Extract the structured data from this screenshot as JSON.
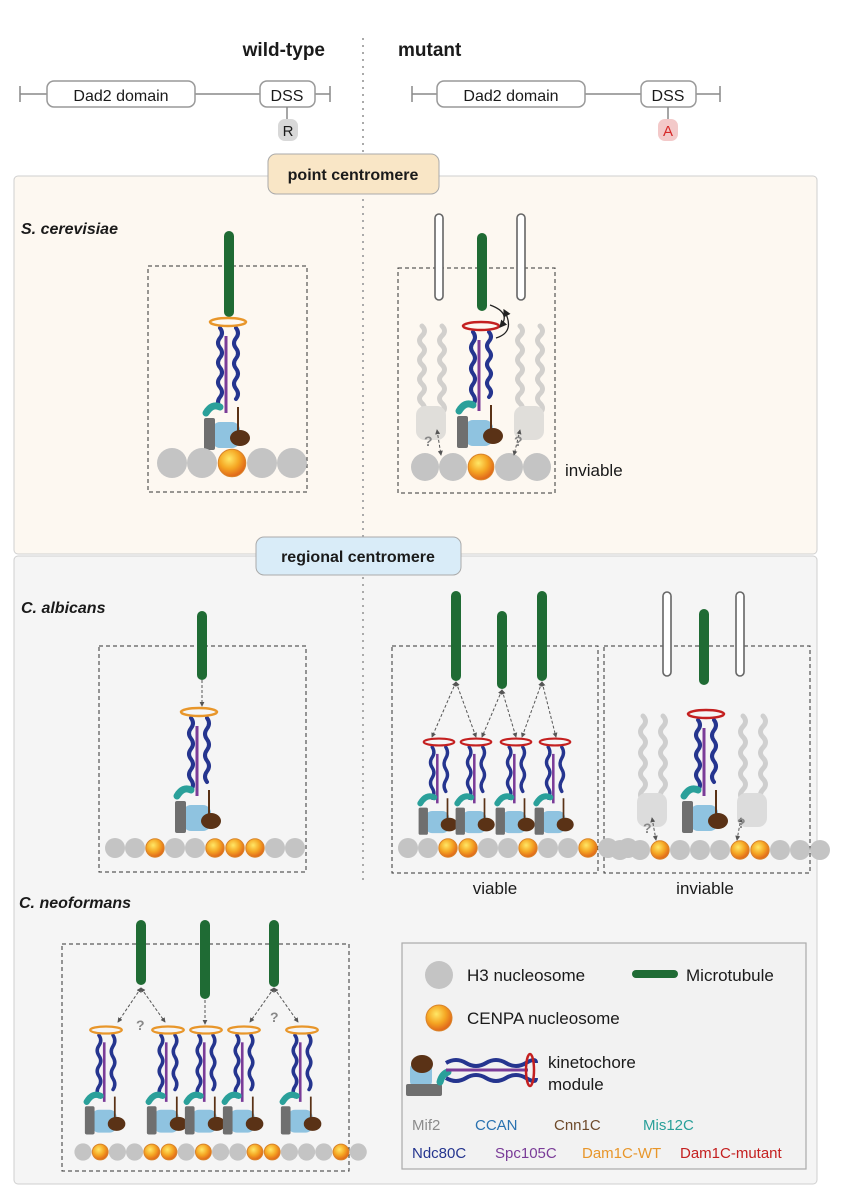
{
  "header": {
    "wildtype_label": "wild-type",
    "mutant_label": "mutant",
    "domain_label": "Dad2 domain",
    "motif_label": "DSS",
    "wildtype_residue": "R",
    "mutant_residue": "A"
  },
  "sections": {
    "point": {
      "title": "point centromere",
      "species": "S. cerevisiae",
      "mutant_outcome": "inviable"
    },
    "regional": {
      "title": "regional centromere",
      "species_a": "C. albicans",
      "mutant_outcome_a": "viable",
      "mutant_outcome_b": "inviable",
      "species_b": "C. neoformans"
    }
  },
  "unknown_mark": "?",
  "legend": {
    "h3": "H3 nucleosome",
    "microtubule": "Microtubule",
    "cenpa": "CENPA nucleosome",
    "module_line1": "kinetochore",
    "module_line2": "module",
    "components": [
      {
        "label": "Mif2",
        "color": "#8c8c8c"
      },
      {
        "label": "CCAN",
        "color": "#2a72b0"
      },
      {
        "label": "Cnn1C",
        "color": "#6e4a2a"
      },
      {
        "label": "Mis12C",
        "color": "#2aa09a"
      },
      {
        "label": "Ndc80C",
        "color": "#25358f"
      },
      {
        "label": "Spc105C",
        "color": "#7a3c98"
      },
      {
        "label": "Dam1C-WT",
        "color": "#e8962a"
      },
      {
        "label": "Dam1C-mutant",
        "color": "#c42020"
      }
    ]
  },
  "colors": {
    "microtubule": "#1f6b34",
    "ndc80": "#25358f",
    "spc105": "#7a3c98",
    "mis12": "#2aa09a",
    "ccan": "#8fc3e0",
    "mif2": "#6f6f6f",
    "cnn1": "#5a3216",
    "dam1_wt": "#e8962a",
    "dam1_mut": "#c42020",
    "h3": "#c4c4c4",
    "residue_mutant": "#d62828"
  }
}
